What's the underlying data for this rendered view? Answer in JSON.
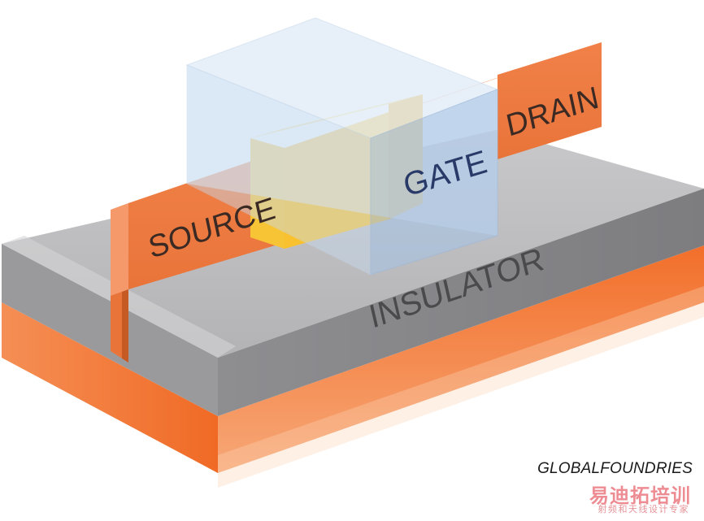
{
  "diagram": {
    "labels": {
      "source": "SOURCE",
      "drain": "DRAIN",
      "gate": "GATE",
      "insulator": "INSULATOR"
    },
    "credit": "GLOBALFOUNDRIES",
    "watermark": {
      "main": "易迪拓培训",
      "sub": "射频和天线设计专家"
    },
    "colors": {
      "substrate": "#f07a3a",
      "insulator": "#a8a8ab",
      "fin": "#f08a50",
      "gate": "#b7d0ea",
      "channel": "#f9c130"
    }
  }
}
